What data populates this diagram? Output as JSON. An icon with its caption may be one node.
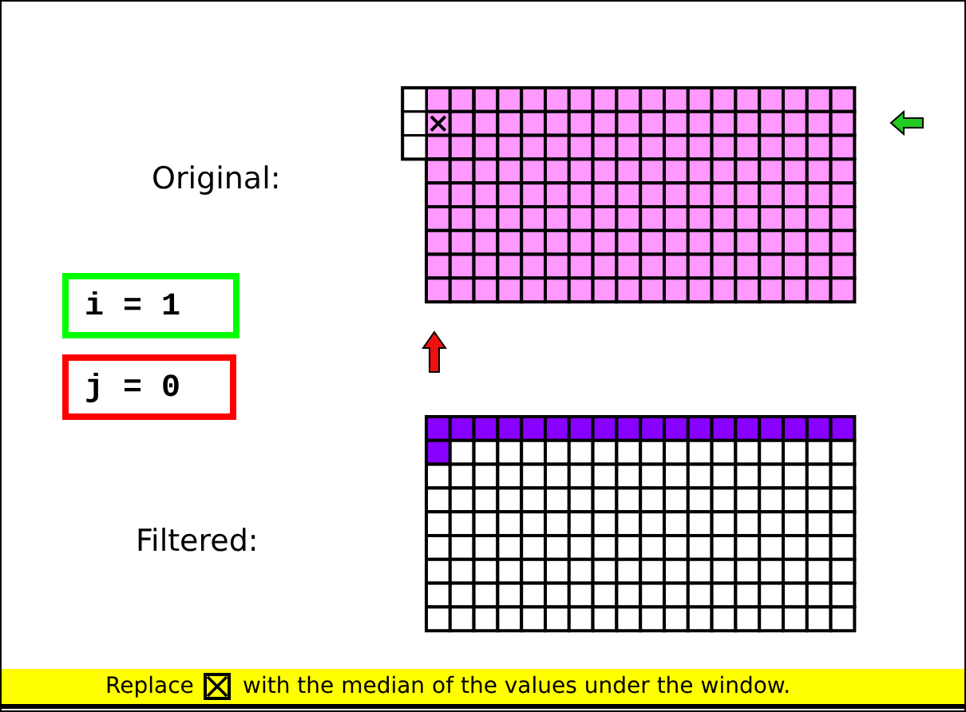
{
  "diagram": {
    "nodes": [
      {
        "text": [
          "i = 1"
        ]
      },
      {
        "text": [
          "j = 0"
        ]
      }
    ],
    "labels": [
      "Original:",
      "Filtered:",
      "Replace",
      "with the median of the values under the window."
    ]
  }
}
